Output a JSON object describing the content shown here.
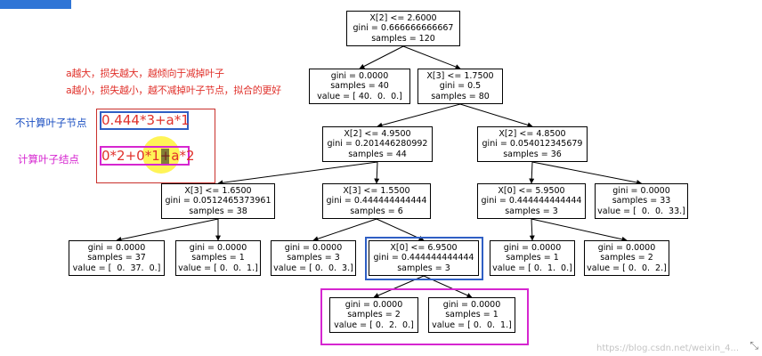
{
  "notes": {
    "line1": "a越大，损失越大，越倾向于减掉叶子",
    "line2": "a越小，损失越小，越不减掉叶子节点，拟合的更好"
  },
  "labels": {
    "no_leaf": "不计算叶子节点",
    "leaf": "计算叶子结点"
  },
  "formulas": {
    "no_leaf": "0.444*3+a*1",
    "leaf": "0*2+0*1+a*2"
  },
  "tree": {
    "nodes": [
      {
        "id": "root",
        "lines": [
          "X[2] <= 2.6000",
          "gini = 0.666666666667",
          "samples = 120"
        ]
      },
      {
        "id": "n1",
        "lines": [
          "gini = 0.0000",
          "samples = 40",
          "value = [ 40.  0.  0.]"
        ]
      },
      {
        "id": "n2",
        "lines": [
          "X[3] <= 1.7500",
          "gini = 0.5",
          "samples = 80"
        ]
      },
      {
        "id": "n3",
        "lines": [
          "X[2] <= 4.9500",
          "gini = 0.201446280992",
          "samples = 44"
        ]
      },
      {
        "id": "n4",
        "lines": [
          "X[2] <= 4.8500",
          "gini = 0.054012345679",
          "samples = 36"
        ]
      },
      {
        "id": "n5",
        "lines": [
          "X[3] <= 1.6500",
          "gini = 0.0512465373961",
          "samples = 38"
        ]
      },
      {
        "id": "n6",
        "lines": [
          "X[3] <= 1.5500",
          "gini = 0.444444444444",
          "samples = 6"
        ]
      },
      {
        "id": "n7",
        "lines": [
          "X[0] <= 5.9500",
          "gini = 0.444444444444",
          "samples = 3"
        ]
      },
      {
        "id": "n8",
        "lines": [
          "gini = 0.0000",
          "samples = 33",
          "value = [  0.  0.  33.]"
        ]
      },
      {
        "id": "n9",
        "lines": [
          "gini = 0.0000",
          "samples = 37",
          "value = [  0.  37.  0.]"
        ]
      },
      {
        "id": "n10",
        "lines": [
          "gini = 0.0000",
          "samples = 1",
          "value = [ 0.  0.  1.]"
        ]
      },
      {
        "id": "n11",
        "lines": [
          "gini = 0.0000",
          "samples = 3",
          "value = [ 0.  0.  3.]"
        ]
      },
      {
        "id": "n12",
        "lines": [
          "X[0] <= 6.9500",
          "gini = 0.444444444444",
          "samples = 3"
        ]
      },
      {
        "id": "n13",
        "lines": [
          "gini = 0.0000",
          "samples = 1",
          "value = [ 0.  1.  0.]"
        ]
      },
      {
        "id": "n14",
        "lines": [
          "gini = 0.0000",
          "samples = 2",
          "value = [ 0.  0.  2.]"
        ]
      },
      {
        "id": "n15",
        "lines": [
          "gini = 0.0000",
          "samples = 2",
          "value = [ 0.  2.  0.]"
        ]
      },
      {
        "id": "n16",
        "lines": [
          "gini = 0.0000",
          "samples = 1",
          "value = [ 0.  0.  1.]"
        ]
      }
    ],
    "edges": [
      [
        "root",
        "n1"
      ],
      [
        "root",
        "n2"
      ],
      [
        "n2",
        "n3"
      ],
      [
        "n2",
        "n4"
      ],
      [
        "n3",
        "n5"
      ],
      [
        "n3",
        "n6"
      ],
      [
        "n4",
        "n7"
      ],
      [
        "n4",
        "n8"
      ],
      [
        "n5",
        "n9"
      ],
      [
        "n5",
        "n10"
      ],
      [
        "n6",
        "n11"
      ],
      [
        "n6",
        "n12"
      ],
      [
        "n7",
        "n13"
      ],
      [
        "n7",
        "n14"
      ],
      [
        "n12",
        "n15"
      ],
      [
        "n12",
        "n16"
      ]
    ]
  },
  "colors": {
    "annotation_red": "#e0312b",
    "box_red": "#c9302c",
    "box_blue": "#2f5fc4",
    "box_magenta": "#d626d0",
    "highlight_yellow": "#fff23a"
  },
  "watermark": "https://blog.csdn.net/weixin_4..."
}
